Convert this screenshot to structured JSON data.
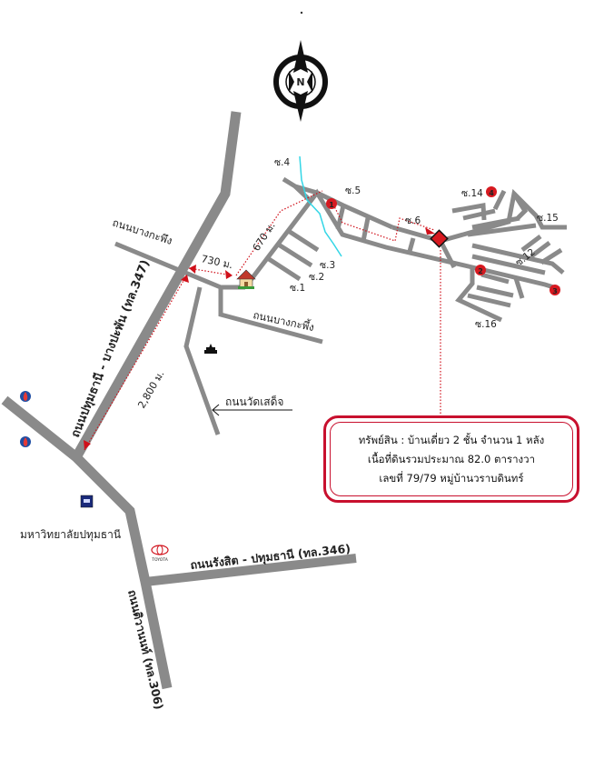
{
  "map": {
    "north_label": "N",
    "roads": {
      "pathum_bang_phun": "ถนนปทุมธานี - บางปะพัน (ทล.347)",
      "bang_kaphung_top": "ถนนบางกะพึง",
      "bang_kaphung_bottom": "ถนนบางกะพึ้ง",
      "wat_sadet": "ถนนวัดเสด็จ",
      "rangsit_pathum": "ถนนรังสิต - ปทุมธานี (ทล.346)",
      "tiwanon": "ถนนติวานนท์ (ทล.306)"
    },
    "soi": {
      "s1": "ซ.1",
      "s2": "ซ.2",
      "s3": "ซ.3",
      "s4": "ซ.4",
      "s5": "ซ.5",
      "s6": "ซ.6",
      "s12": "ซ.12",
      "s14": "ซ.14",
      "s15": "ซ.15",
      "s16": "ซ.16"
    },
    "distances": {
      "d670": "670 ม.",
      "d730": "730 ม.",
      "d2800": "2,800 ม."
    },
    "markers": {
      "m1": "1",
      "m2": "2",
      "m3": "3",
      "m4": "4"
    },
    "landmarks": {
      "university": "มหาวิทยาลัยปทุมธานี",
      "toyota": "TOYOTA"
    },
    "colors": {
      "road": "#8a8a8a",
      "route": "#d0101a",
      "canal": "#33d6e6",
      "marker": "#d71920",
      "property": "#d71920"
    }
  },
  "info": {
    "line1": "ทรัพย์สิน : บ้านเดี่ยว 2 ชั้น จำนวน 1 หลัง",
    "line2": "เนื้อที่ดินรวมประมาณ 82.0 ตารางวา",
    "line3": "เลขที่ 79/79 หมู่บ้านวราบดินทร์"
  }
}
